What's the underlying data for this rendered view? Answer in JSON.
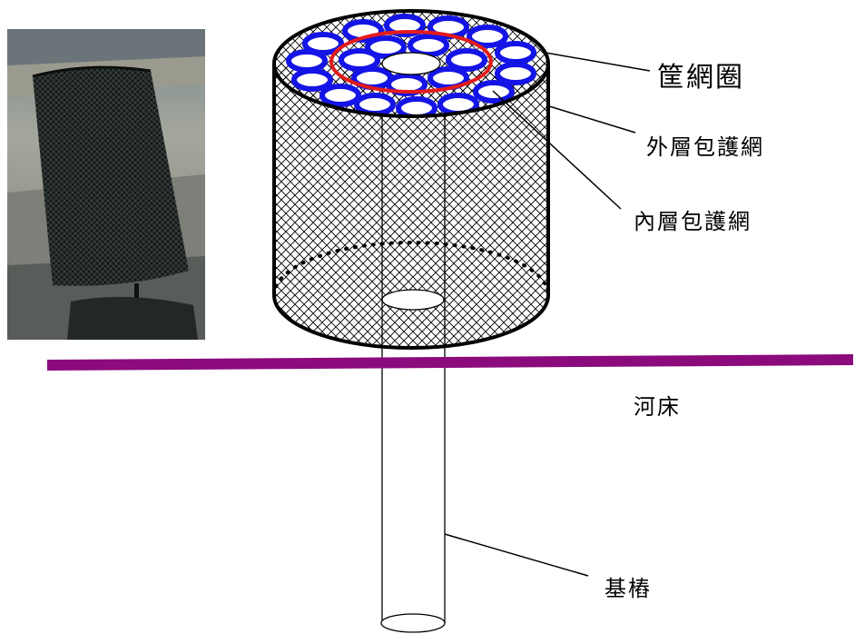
{
  "labels": {
    "gabion_ring": "筐網圈",
    "outer_net": "外層包護網",
    "inner_net": "內層包護網",
    "riverbed": "河床",
    "foundation_pile": "基樁"
  },
  "colors": {
    "riverbed_line": "#8b0a7c",
    "tube_ring": "#1414e6",
    "inner_ring": "#e41b1b",
    "outline": "#000000"
  },
  "photo": {
    "description_icon": "photo-of-gabion-cylinder"
  }
}
